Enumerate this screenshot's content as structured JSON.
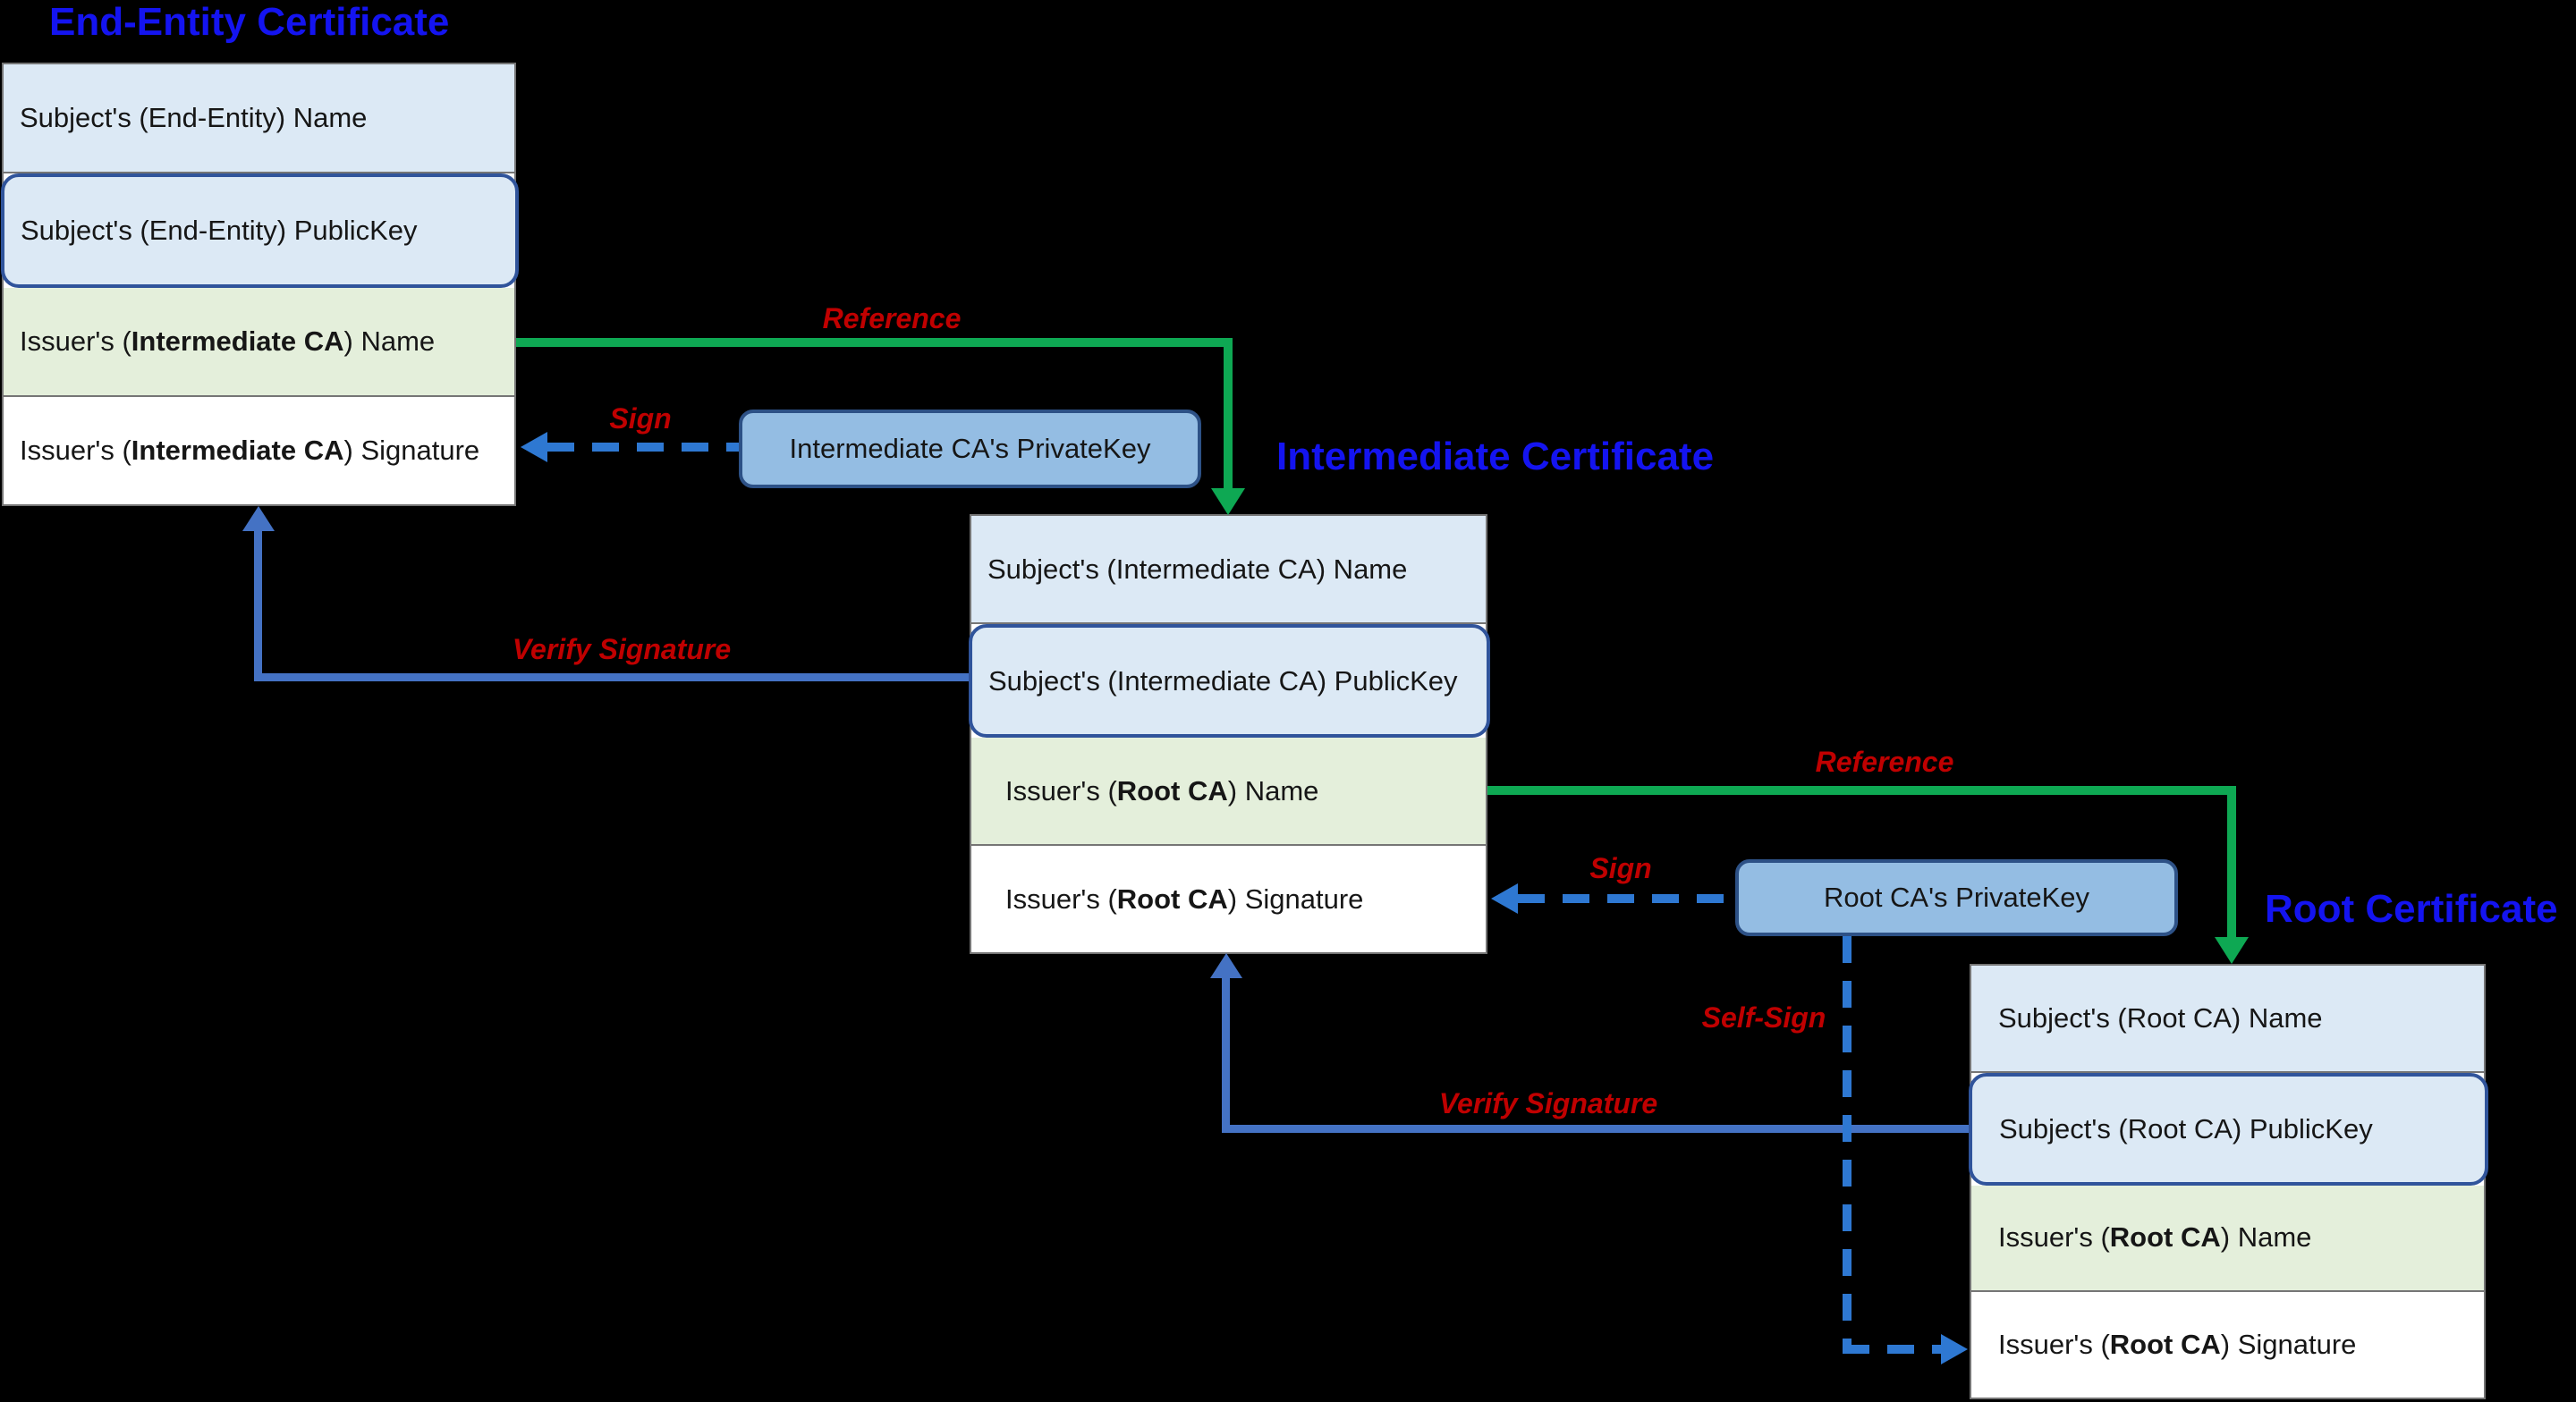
{
  "diagram": {
    "background": "#000000",
    "colors": {
      "title_blue": "#1414f0",
      "label_red": "#c00000",
      "arrow_green": "#0ea853",
      "arrow_blue_solid": "#4472c4",
      "arrow_blue_dashed": "#2e78d2",
      "row_fill_blue": "#dce9f5",
      "row_fill_green": "#e4efdb",
      "row_fill_white": "#ffffff",
      "key_row_border": "#30549b",
      "private_key_fill": "#94bde3",
      "private_key_border": "#2d5186",
      "box_border_gray": "#757575"
    },
    "certificates": [
      {
        "id": "end-entity",
        "title": "End-Entity Certificate",
        "rows": [
          {
            "prefix": "Subject's (End-Entity) Name",
            "bold": "",
            "suffix": ""
          },
          {
            "prefix": "Subject's (End-Entity) PublicKey",
            "bold": "",
            "suffix": ""
          },
          {
            "prefix": "Issuer's (",
            "bold": "Intermediate CA",
            "suffix": ") Name"
          },
          {
            "prefix": "Issuer's (",
            "bold": "Intermediate CA",
            "suffix": ") Signature"
          }
        ]
      },
      {
        "id": "intermediate",
        "title": "Intermediate Certificate",
        "rows": [
          {
            "prefix": "Subject's (Intermediate CA) Name",
            "bold": "",
            "suffix": ""
          },
          {
            "prefix": "Subject's (Intermediate CA) PublicKey",
            "bold": "",
            "suffix": ""
          },
          {
            "prefix": "Issuer's (",
            "bold": "Root CA",
            "suffix": ") Name"
          },
          {
            "prefix": "Issuer's (",
            "bold": "Root CA",
            "suffix": ") Signature"
          }
        ]
      },
      {
        "id": "root",
        "title": "Root Certificate",
        "rows": [
          {
            "prefix": "Subject's (Root CA) Name",
            "bold": "",
            "suffix": ""
          },
          {
            "prefix": "Subject's (Root CA) PublicKey",
            "bold": "",
            "suffix": ""
          },
          {
            "prefix": "Issuer's (",
            "bold": "Root CA",
            "suffix": ") Name"
          },
          {
            "prefix": "Issuer's (",
            "bold": "Root CA",
            "suffix": ") Signature"
          }
        ]
      }
    ],
    "private_keys": [
      {
        "id": "intermediate-ca-private-key",
        "label": "Intermediate CA's PrivateKey"
      },
      {
        "id": "root-ca-private-key",
        "label": "Root CA's PrivateKey"
      }
    ],
    "arrow_labels": {
      "reference_1": "Reference",
      "sign_1": "Sign",
      "verify_signature_1": "Verify Signature",
      "reference_2": "Reference",
      "sign_2": "Sign",
      "verify_signature_2": "Verify Signature",
      "self_sign": "Self-Sign"
    }
  }
}
